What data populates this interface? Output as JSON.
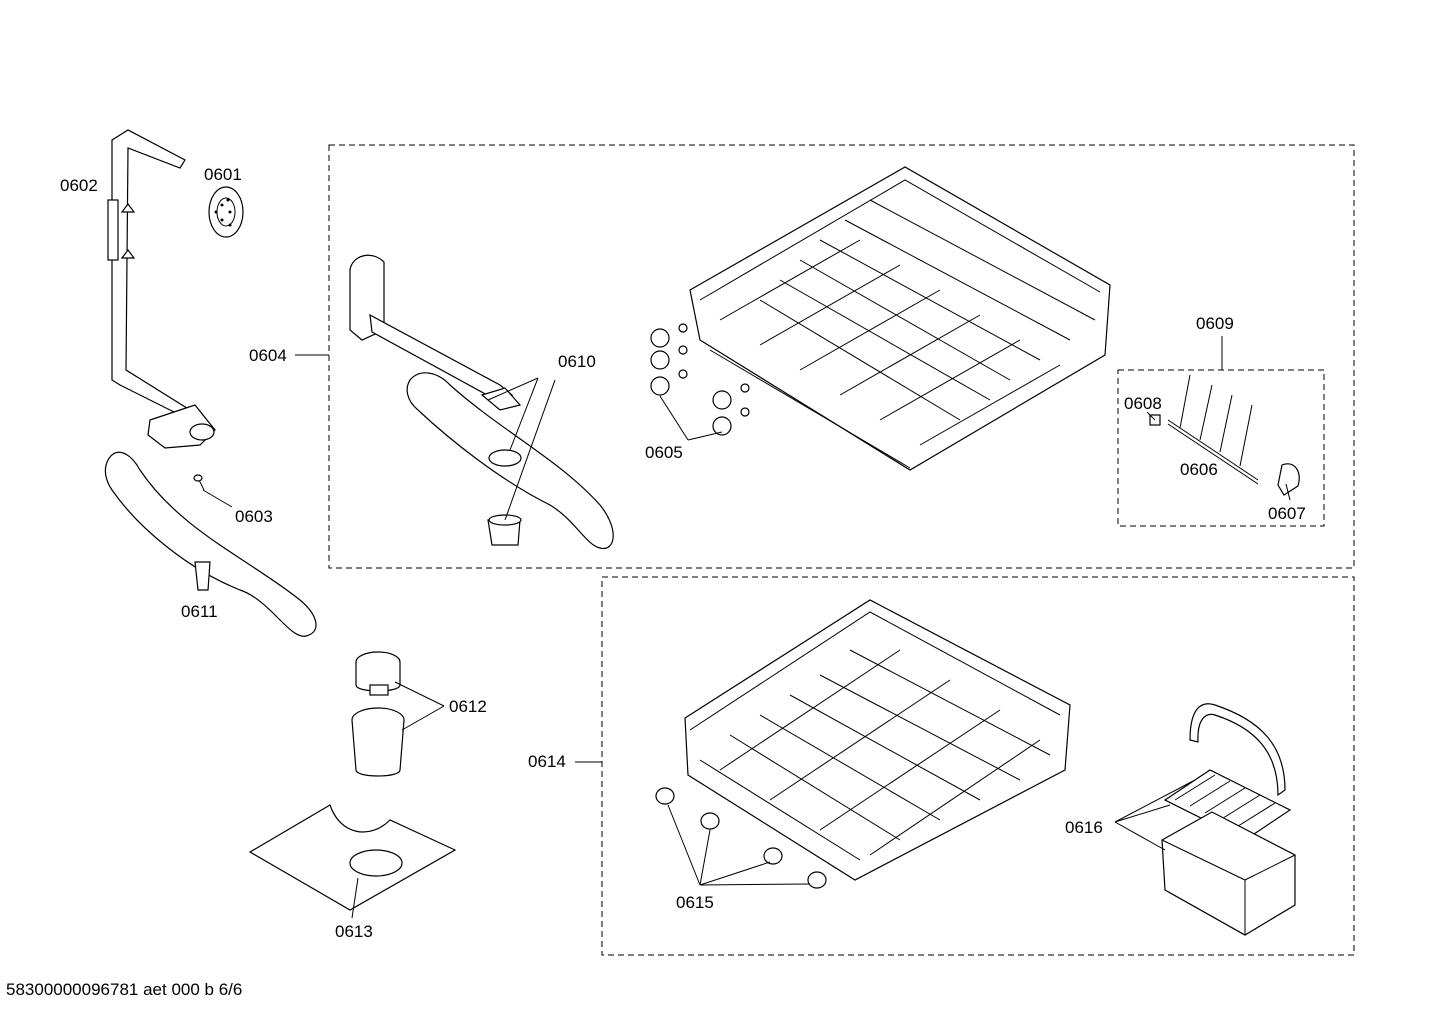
{
  "labels": {
    "p0601": "0601",
    "p0602": "0602",
    "p0603": "0603",
    "p0604": "0604",
    "p0605": "0605",
    "p0606": "0606",
    "p0607": "0607",
    "p0608": "0608",
    "p0609": "0609",
    "p0610": "0610",
    "p0611": "0611",
    "p0612": "0612",
    "p0613": "0613",
    "p0614": "0614",
    "p0615": "0615",
    "p0616": "0616"
  },
  "footer": "58300000096781 aet 000 b 6/6"
}
